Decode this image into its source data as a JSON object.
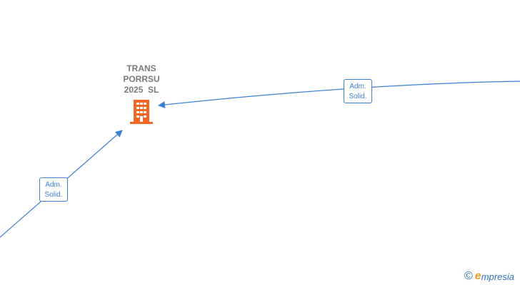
{
  "company": {
    "name_lines": [
      "TRANS",
      "PORRSU",
      "2025  SL"
    ],
    "icon": "building-icon",
    "icon_color": "#f26522"
  },
  "relations": [
    {
      "label_line1": "Adm.",
      "label_line2": "Solid.",
      "direction": "incoming-from-right"
    },
    {
      "label_line1": "Adm.",
      "label_line2": "Solid.",
      "direction": "incoming-from-bottom-left"
    }
  ],
  "colors": {
    "edge": "#3a7fd5",
    "company_text": "#7a7a7a"
  },
  "watermark": {
    "copyright_symbol": "©",
    "brand_first": "e",
    "brand_rest": "mpresia"
  }
}
